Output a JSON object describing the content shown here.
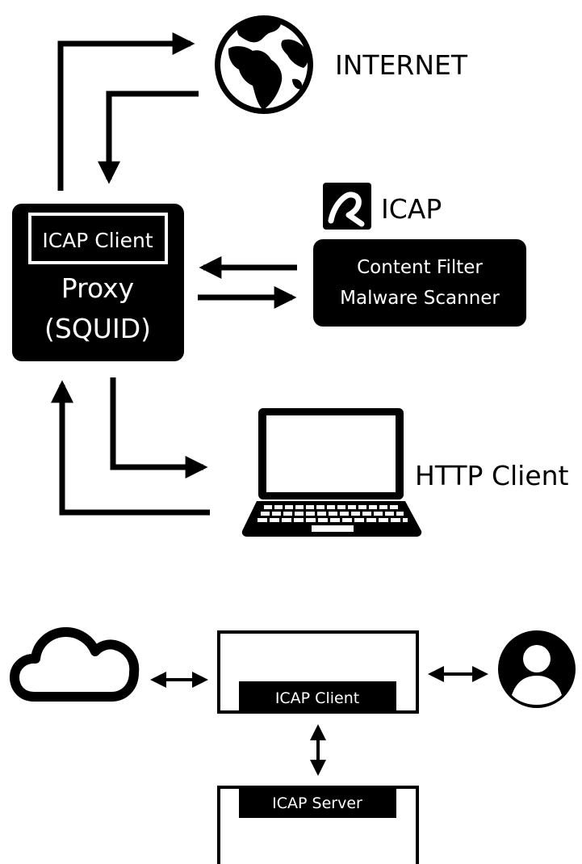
{
  "top_diagram": {
    "internet_label": "INTERNET",
    "proxy_inner_label": "ICAP Client",
    "proxy_line1": "Proxy",
    "proxy_line2": "(SQUID)",
    "icap_brand_label": "ICAP",
    "filter_line1": "Content Filter",
    "filter_line2": "Malware Scanner",
    "http_client_label": "HTTP Client"
  },
  "bottom_diagram": {
    "icap_client_label": "ICAP Client",
    "icap_server_label": "ICAP Server"
  },
  "colors": {
    "ink": "#000000",
    "paper": "#ffffff"
  },
  "icons": [
    "globe-icon",
    "avira-logo-icon",
    "laptop-icon",
    "cloud-icon",
    "user-icon"
  ]
}
